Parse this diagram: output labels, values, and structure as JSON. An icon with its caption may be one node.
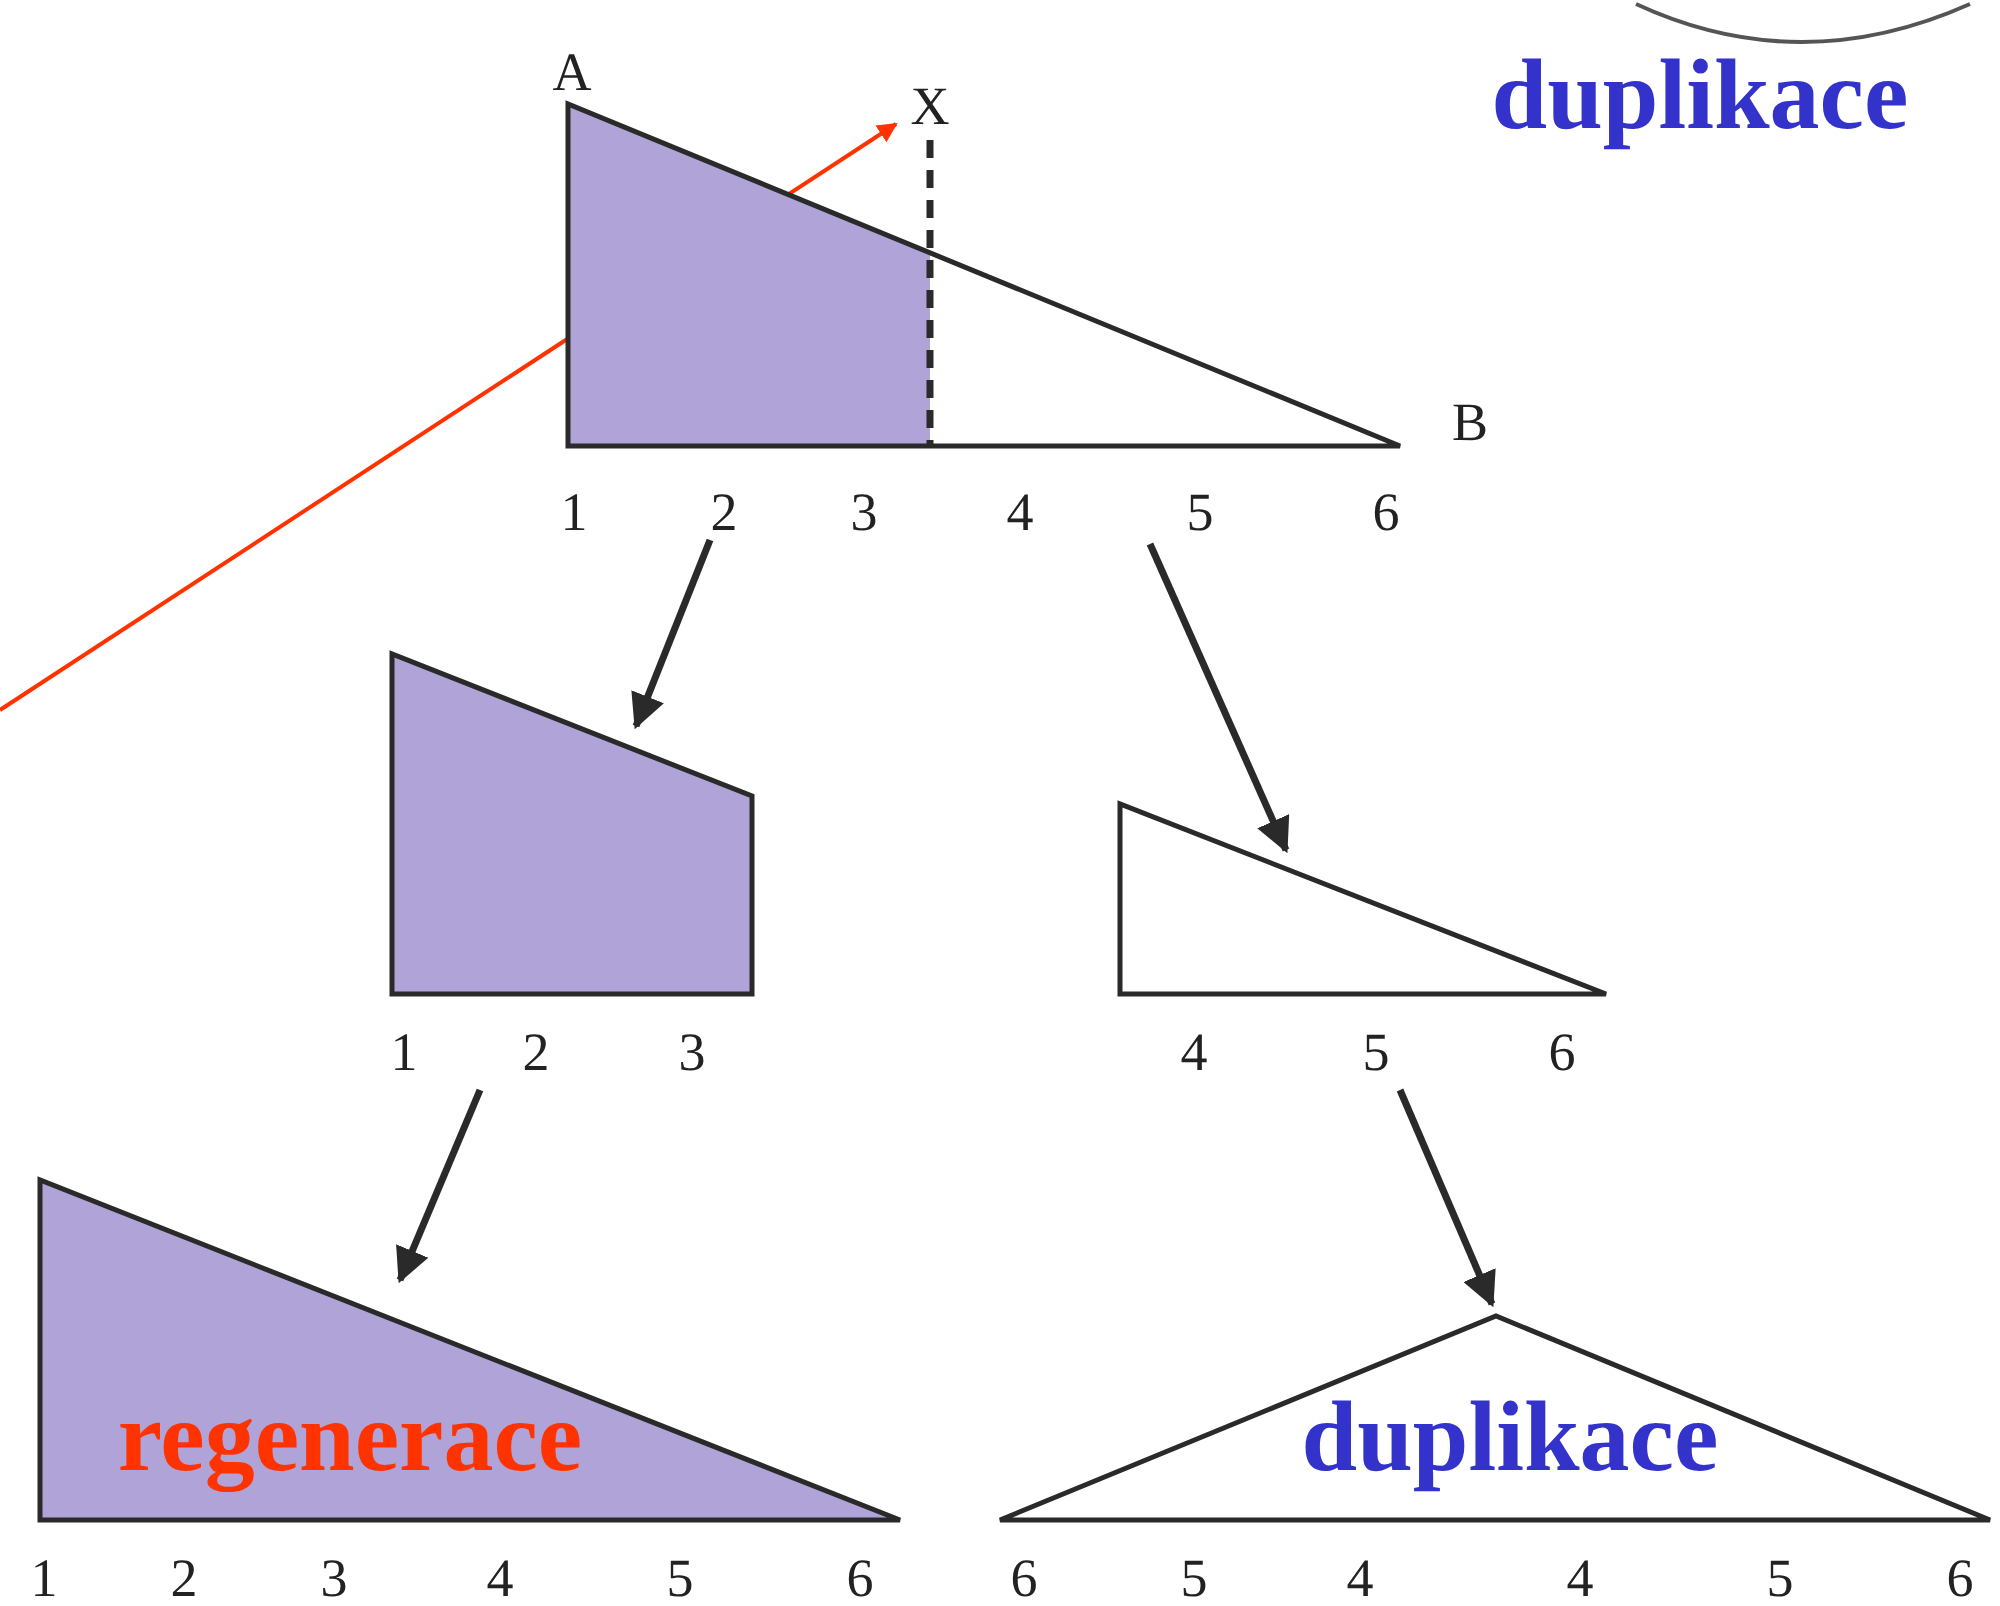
{
  "diagram": {
    "nodes": [
      {
        "text": [],
        "shape": "triangle",
        "beside": [
          "A",
          "B",
          "1",
          "2",
          "3",
          "4",
          "5",
          "6"
        ]
      },
      {
        "text": [
          "X"
        ],
        "in": 0
      },
      {
        "text": [],
        "shape": "trapezoid",
        "beside": [
          "1",
          "2",
          "3"
        ]
      },
      {
        "text": [],
        "shape": "triangle",
        "beside": [
          "4",
          "5",
          "6"
        ]
      },
      {
        "text": [
          "regenerace"
        ],
        "beside": [
          "1",
          "2",
          "3",
          "4",
          "5",
          "6"
        ]
      },
      {
        "text": [
          "duplikace"
        ],
        "beside": [
          "6",
          "5",
          "4",
          "4",
          "5",
          "6"
        ]
      }
    ],
    "edges": [
      {
        "from": null,
        "to": 1,
        "arrow": "to",
        "color": "#ff3300"
      },
      {
        "from": 0,
        "to": 2,
        "arrow": "to"
      },
      {
        "from": 0,
        "to": 3,
        "arrow": "to"
      },
      {
        "from": 2,
        "to": 4,
        "arrow": "to"
      },
      {
        "from": 3,
        "to": 5,
        "arrow": "to"
      }
    ],
    "labels": [
      "duplikace"
    ]
  }
}
